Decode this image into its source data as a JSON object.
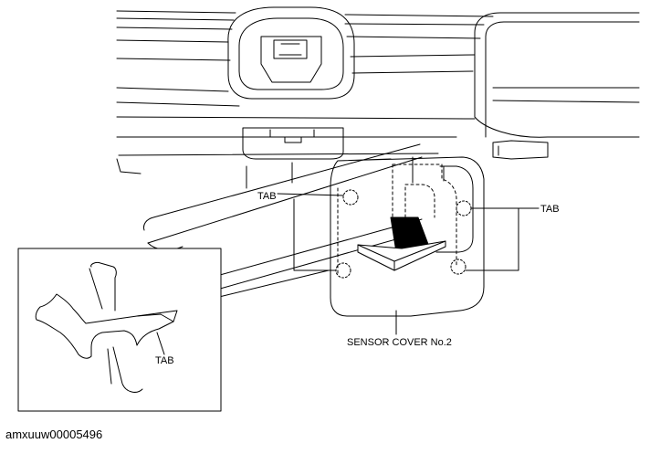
{
  "labels": {
    "tab_upper_left": "TAB",
    "tab_right": "TAB",
    "tab_inset": "TAB",
    "sensor_cover": "SENSOR COVER No.2"
  },
  "figure_id": "amxuuw00005496",
  "colors": {
    "line": "#000000",
    "fill_arrow": "#000000",
    "background": "#ffffff"
  }
}
